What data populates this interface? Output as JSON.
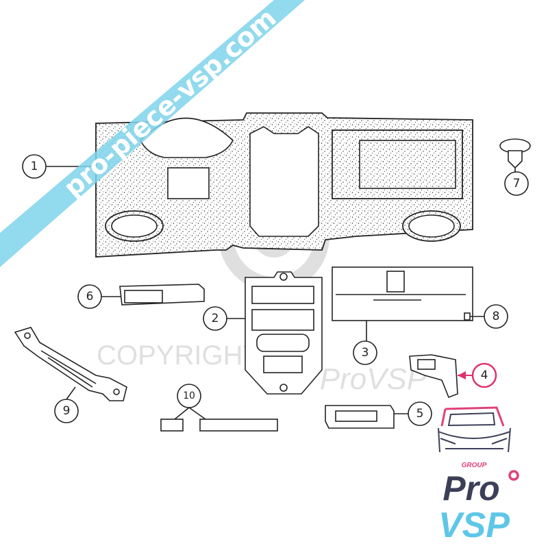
{
  "watermark": {
    "banner_text": "pro-piece-vsp.com",
    "copyright_text": "COPYRIGHT",
    "copyright_brand": "ProVSP",
    "banner_color": "#7fd3ea"
  },
  "callouts": [
    {
      "label": "1"
    },
    {
      "label": "2"
    },
    {
      "label": "3"
    },
    {
      "label": "4",
      "highlight": true,
      "color": "#e0306f"
    },
    {
      "label": "5"
    },
    {
      "label": "6"
    },
    {
      "label": "7"
    },
    {
      "label": "8"
    },
    {
      "label": "9"
    },
    {
      "label": "10"
    }
  ],
  "logo": {
    "group": "GROUP",
    "pro": "Pro",
    "vsp": "VSP",
    "dark_color": "#3c3f57",
    "light_color": "#5ec7e8",
    "accent_color": "#e0407a"
  }
}
